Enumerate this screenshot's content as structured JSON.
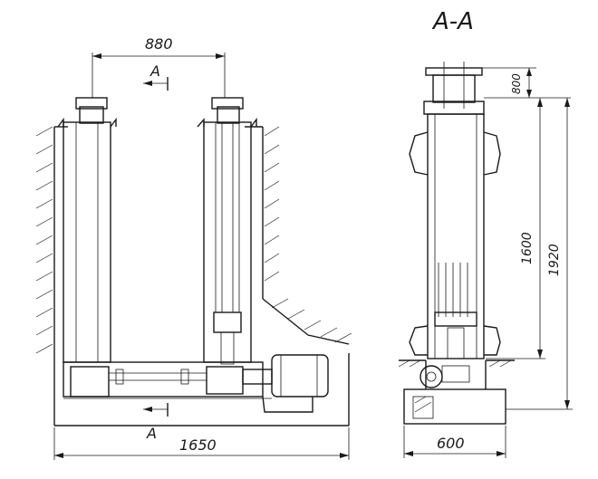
{
  "section_title": "А-А",
  "section_mark": "А",
  "dims": {
    "top_span": "880",
    "bottom_span": "1650",
    "right_width": "600",
    "height_small": "800",
    "height_mid": "1600",
    "height_total": "1920"
  }
}
